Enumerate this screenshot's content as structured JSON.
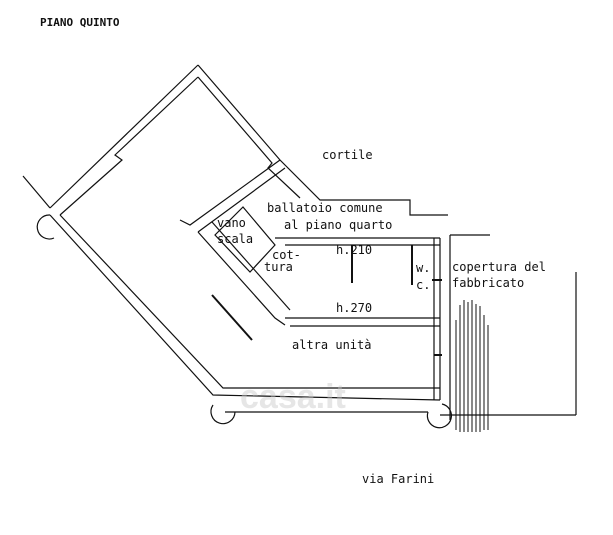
{
  "title": "PIANO QUINTO",
  "labels": {
    "cortile": "cortile",
    "ballatoio_1": "ballatoio comune",
    "ballatoio_2": "al piano quarto",
    "vano": "vano",
    "scala": "scala",
    "cot": "cot-",
    "tura": "tura",
    "h210": "h.210",
    "h270": "h.270",
    "wc_w": "w.",
    "wc_c": "c.",
    "copertura_1": "copertura del",
    "copertura_2": "fabbricato",
    "altra_unita": "altra unità",
    "via": "via Farini"
  },
  "watermark": "casa.it",
  "colors": {
    "line": "#111111",
    "background": "#ffffff"
  }
}
